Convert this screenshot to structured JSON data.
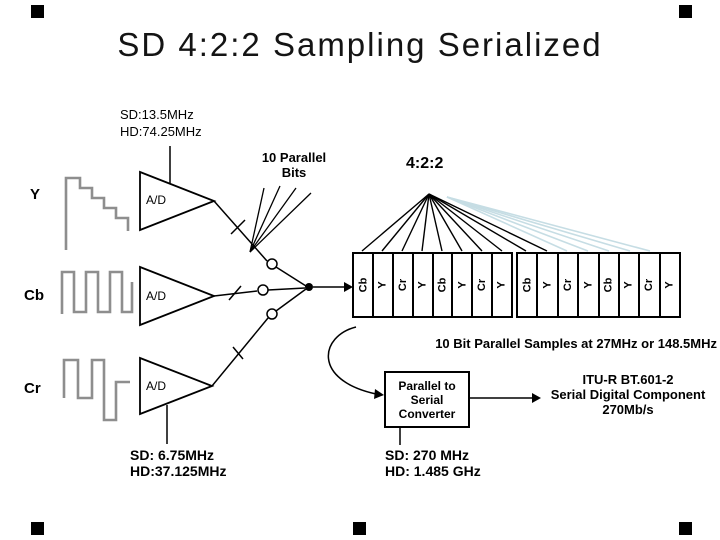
{
  "title": "SD 4:2:2 Sampling Serialized",
  "header": {
    "rate_line1": "SD:13.5MHz",
    "rate_line2": "HD:74.25MHz"
  },
  "channels": {
    "y": "Y",
    "cb": "Cb",
    "cr": "Cr"
  },
  "adc_label": "A/D",
  "bus": {
    "parallel_bits": "10 Parallel Bits",
    "ratio": "4:2:2",
    "caption": "10 Bit Parallel Samples at 27MHz or 148.5MHz"
  },
  "samples": {
    "pattern": [
      "Cb",
      "Y",
      "Cr",
      "Y",
      "Cb",
      "Y",
      "Cr",
      "Y"
    ]
  },
  "converter": {
    "line1": "Parallel to",
    "line2": "Serial",
    "line3": "Converter"
  },
  "output": {
    "line1": "ITU-R BT.601-2",
    "line2": "Serial Digital Component",
    "line3": "270Mb/s"
  },
  "footer": {
    "left_line1": "SD: 6.75MHz",
    "left_line2": "HD:37.125MHz",
    "mid_line1": "SD: 270 MHz",
    "mid_line2": "HD: 1.485 GHz"
  },
  "colors": {
    "ink": "#000000",
    "waveform": "#8e8e8e",
    "fan_light": "#c6dde4"
  }
}
